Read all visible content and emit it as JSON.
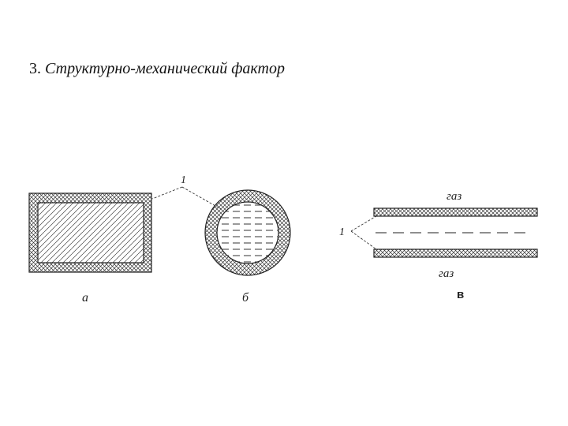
{
  "slide": {
    "title_number": "3.",
    "title_text": "Структурно-механический фактор"
  },
  "diagram": {
    "pointer_label_top": "1",
    "pointer_label_left": "1",
    "label_a": "а",
    "label_b": "б",
    "label_v": "в",
    "gas_top": "газ",
    "gas_bottom": "газ"
  }
}
